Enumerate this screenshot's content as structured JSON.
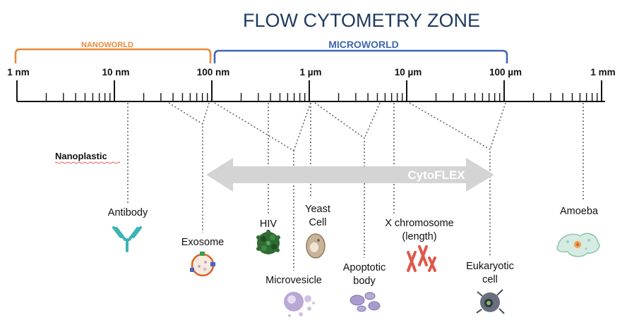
{
  "title": "FLOW CYTOMETRY ZONE",
  "zones": {
    "nano": {
      "label": "NANOWORLD",
      "color": "#e8893a"
    },
    "micro": {
      "label": "MICROWORLD",
      "color": "#3f67b0"
    }
  },
  "scale": {
    "ticks": [
      "1 nm",
      "10 nm",
      "100 nm",
      "1 µm",
      "10 µm",
      "100 µm",
      "1 mm"
    ]
  },
  "instrument": {
    "label": "CytoFLEX",
    "color": "#d4d4d4"
  },
  "items": {
    "nanoplastic": "Nanoplastic",
    "antibody": "Antibody",
    "exosome": "Exosome",
    "hiv": "HIV",
    "yeast": [
      "Yeast",
      "Cell"
    ],
    "microvesicle": "Microvesicle",
    "apoptotic": [
      "Apoptotic",
      "body"
    ],
    "xchrom": [
      "X chromosome",
      "(length)"
    ],
    "eukaryotic": [
      "Eukaryotic",
      "cell"
    ],
    "amoeba": "Amoeba"
  }
}
